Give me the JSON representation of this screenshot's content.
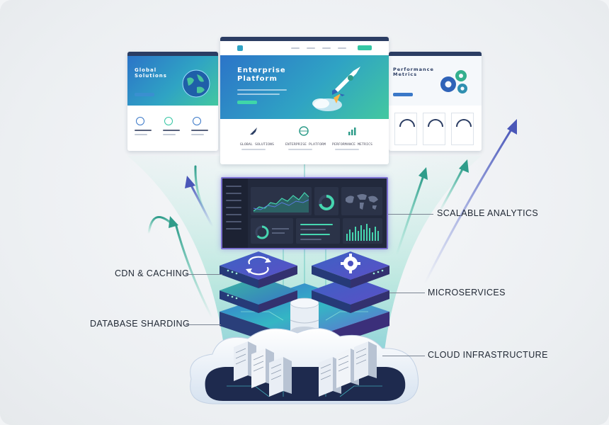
{
  "panels": {
    "left": {
      "title": "Global\nSolutions"
    },
    "center": {
      "title": "Enterprise\nPlatform",
      "features": [
        "Global Solutions",
        "Enterprise Platform",
        "Performance Metrics"
      ]
    },
    "right": {
      "title": "Performance\nMetrics"
    }
  },
  "callouts": {
    "scalable_analytics": "SCALABLE ANALYTICS",
    "cdn_caching": "CDN & CACHING",
    "microservices": "MICROSERVICES",
    "database_sharding": "DATABASE SHARDING",
    "cloud_infrastructure": "CLOUD INFRASTRUCTURE"
  },
  "colors": {
    "accent_teal": "#34c6a4",
    "accent_blue": "#3a78c8",
    "accent_purple": "#7a6fd0",
    "navy": "#2b3d63"
  },
  "icons": [
    "globe-icon",
    "rocket-icon",
    "gear-icon",
    "sync-icon",
    "database-icon",
    "server-icon",
    "cloud-icon",
    "line-chart-icon",
    "bar-chart-icon",
    "gauge-icon",
    "world-map-icon"
  ]
}
